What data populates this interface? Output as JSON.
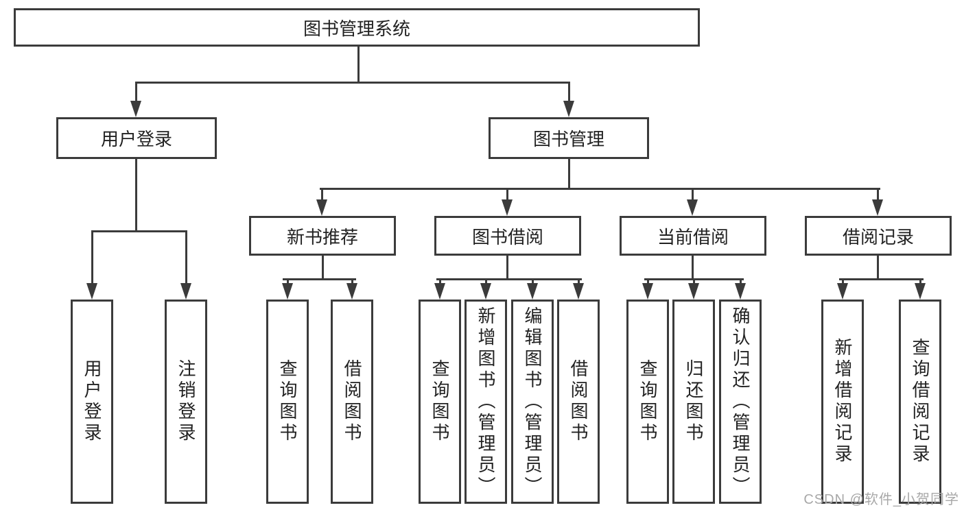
{
  "colors": {
    "line": "#3b3b3b",
    "box_border": "#3b3b3b",
    "box_background": "#ffffff",
    "text": "#222222",
    "watermark": "#a8a8a8",
    "page_background": "#ffffff"
  },
  "watermark": {
    "text": "CSDN @软件_小贺同学"
  },
  "tree": {
    "label": "图书管理系统",
    "children": [
      {
        "label": "用户登录",
        "children": [
          {
            "label": "用户登录"
          },
          {
            "label": "注销登录"
          }
        ]
      },
      {
        "label": "图书管理",
        "children": [
          {
            "label": "新书推荐",
            "children": [
              {
                "label": "查询图书"
              },
              {
                "label": "借阅图书"
              }
            ]
          },
          {
            "label": "图书借阅",
            "children": [
              {
                "label": "查询图书"
              },
              {
                "label": "新增图书（管理员）"
              },
              {
                "label": "编辑图书（管理员）"
              },
              {
                "label": "借阅图书"
              }
            ]
          },
          {
            "label": "当前借阅",
            "children": [
              {
                "label": "查询图书"
              },
              {
                "label": "归还图书"
              },
              {
                "label": "确认归还（管理员）"
              }
            ]
          },
          {
            "label": "借阅记录",
            "children": [
              {
                "label": "新增借阅记录"
              },
              {
                "label": "查询借阅记录"
              }
            ]
          }
        ]
      }
    ]
  }
}
